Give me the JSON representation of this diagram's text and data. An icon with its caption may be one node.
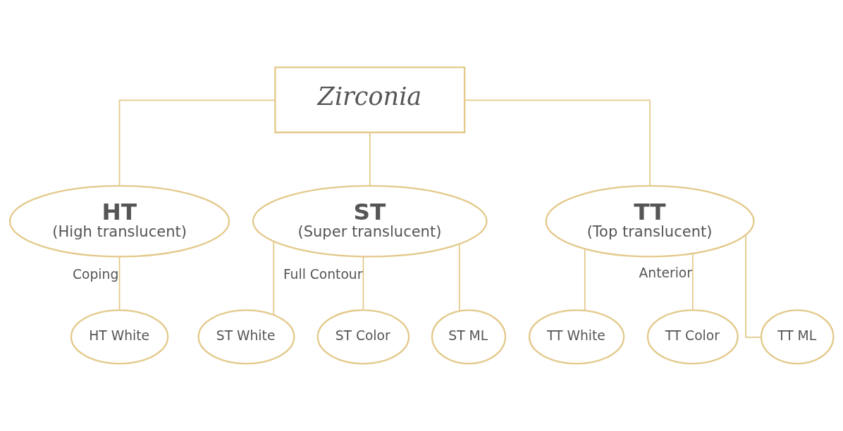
{
  "diagram": {
    "nodes": [
      {
        "text": [
          "Zirconia"
        ]
      },
      {
        "text": [
          "HT",
          "(High translucent)"
        ]
      },
      {
        "text": [
          "ST",
          "(Super translucent)"
        ]
      },
      {
        "text": [
          "TT",
          "(Top translucent)"
        ]
      },
      {
        "text": [
          "HT White"
        ]
      },
      {
        "text": [
          "ST White"
        ]
      },
      {
        "text": [
          "ST Color"
        ]
      },
      {
        "text": [
          "ST ML"
        ]
      },
      {
        "text": [
          "TT White"
        ]
      },
      {
        "text": [
          "TT Color"
        ]
      },
      {
        "text": [
          "TT ML"
        ]
      }
    ],
    "edges": [
      {
        "from": 0,
        "to": 1,
        "arrow": "none"
      },
      {
        "from": 0,
        "to": 2,
        "arrow": "none"
      },
      {
        "from": 0,
        "to": 3,
        "arrow": "none"
      },
      {
        "from": 1,
        "to": 4,
        "arrow": "none",
        "label": "Coping"
      },
      {
        "from": 2,
        "to": 5,
        "arrow": "none"
      },
      {
        "from": 2,
        "to": 6,
        "arrow": "none",
        "label": "Full Contour"
      },
      {
        "from": 2,
        "to": 7,
        "arrow": "none"
      },
      {
        "from": 3,
        "to": 8,
        "arrow": "none"
      },
      {
        "from": 3,
        "to": 9,
        "arrow": "none",
        "label": "Anterior"
      },
      {
        "from": 3,
        "to": 10,
        "arrow": "none"
      }
    ]
  }
}
